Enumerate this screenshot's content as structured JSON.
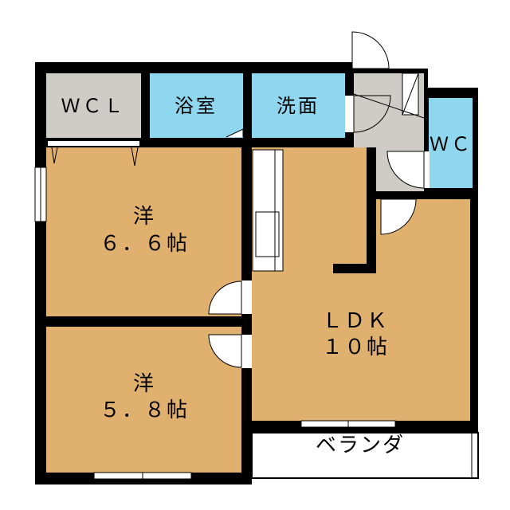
{
  "rooms": {
    "wcl": "ＷＣＬ",
    "bath": "浴室",
    "washroom": "洗面",
    "wc": "ＷＣ",
    "western1_name": "洋",
    "western1_size": "６．６帖",
    "western2_name": "洋",
    "western2_size": "５．８帖",
    "ldk_name": "ＬＤＫ",
    "ldk_size": "１０帖",
    "veranda": "ベランダ"
  },
  "colors": {
    "wall": "#000000",
    "wood_floor": "#e0b06e",
    "wet_area": "#8fd6ef",
    "gray_area": "#cfcbc6",
    "white": "#ffffff"
  }
}
